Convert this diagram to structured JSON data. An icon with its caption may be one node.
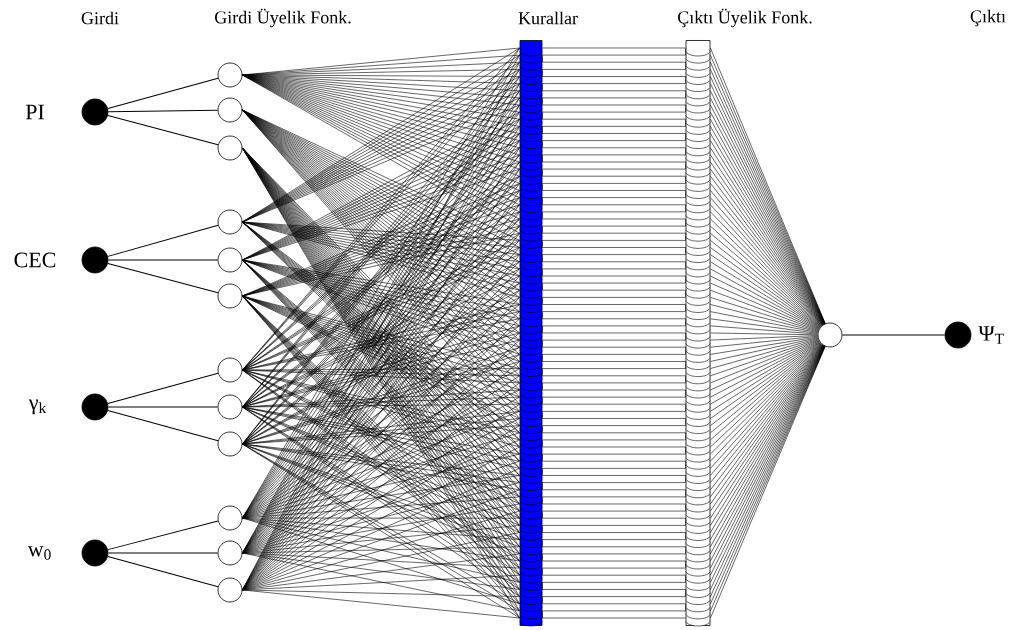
{
  "diagram": {
    "nodes": [
      {
        "text": [],
        "shape": "circle",
        "beside": [
          "PI"
        ]
      },
      {
        "text": [],
        "shape": "circle",
        "beside": [
          "CEC"
        ]
      },
      {
        "text": [],
        "shape": "circle",
        "beside": [
          "γ$_{k}$"
        ]
      },
      {
        "text": [],
        "shape": "circle",
        "beside": [
          "w$_{0}$"
        ]
      },
      {
        "text": [],
        "shape": "circle"
      },
      {
        "text": [],
        "shape": "circle"
      },
      {
        "text": [],
        "shape": "circle"
      },
      {
        "text": [],
        "shape": "circle"
      },
      {
        "text": [],
        "shape": "circle"
      },
      {
        "text": [],
        "shape": "circle"
      },
      {
        "text": [],
        "shape": "circle"
      },
      {
        "text": [],
        "shape": "circle"
      },
      {
        "text": [],
        "shape": "circle"
      },
      {
        "text": [],
        "shape": "circle"
      },
      {
        "text": [],
        "shape": "circle"
      },
      {
        "text": [],
        "shape": "circle"
      },
      {
        "text": [],
        "shape": "bar"
      },
      {
        "text": [],
        "shape": "bar"
      },
      {
        "text": [],
        "shape": "circle"
      },
      {
        "text": [],
        "shape": "circle",
        "beside": [
          "Ψ$_{T}$"
        ]
      }
    ],
    "edges": [
      {
        "from": 0,
        "to": 4,
        "arrow": "none"
      },
      {
        "from": 0,
        "to": 5,
        "arrow": "none"
      },
      {
        "from": 0,
        "to": 6,
        "arrow": "none"
      },
      {
        "from": 1,
        "to": 7,
        "arrow": "none"
      },
      {
        "from": 1,
        "to": 8,
        "arrow": "none"
      },
      {
        "from": 1,
        "to": 9,
        "arrow": "none"
      },
      {
        "from": 2,
        "to": 10,
        "arrow": "none"
      },
      {
        "from": 2,
        "to": 11,
        "arrow": "none"
      },
      {
        "from": 2,
        "to": 12,
        "arrow": "none"
      },
      {
        "from": 3,
        "to": 13,
        "arrow": "none"
      },
      {
        "from": 3,
        "to": 14,
        "arrow": "none"
      },
      {
        "from": 3,
        "to": 15,
        "arrow": "none"
      },
      {
        "from": 4,
        "to": 16,
        "arrow": "none"
      },
      {
        "from": 5,
        "to": 16,
        "arrow": "none"
      },
      {
        "from": 6,
        "to": 16,
        "arrow": "none"
      },
      {
        "from": 7,
        "to": 16,
        "arrow": "none"
      },
      {
        "from": 8,
        "to": 16,
        "arrow": "none"
      },
      {
        "from": 9,
        "to": 16,
        "arrow": "none"
      },
      {
        "from": 10,
        "to": 16,
        "arrow": "none"
      },
      {
        "from": 11,
        "to": 16,
        "arrow": "none"
      },
      {
        "from": 12,
        "to": 16,
        "arrow": "none"
      },
      {
        "from": 13,
        "to": 16,
        "arrow": "none"
      },
      {
        "from": 14,
        "to": 16,
        "arrow": "none"
      },
      {
        "from": 15,
        "to": 16,
        "arrow": "none"
      },
      {
        "from": 16,
        "to": 17,
        "arrow": "none"
      },
      {
        "from": 17,
        "to": 18,
        "arrow": "none"
      },
      {
        "from": 18,
        "to": 19,
        "arrow": "none"
      }
    ],
    "labels": [
      "Girdi",
      "Girdi Üyelik Fonk.",
      "Kurallar",
      "Çıktı Üyelik Fonk.",
      "Çıktı"
    ]
  }
}
